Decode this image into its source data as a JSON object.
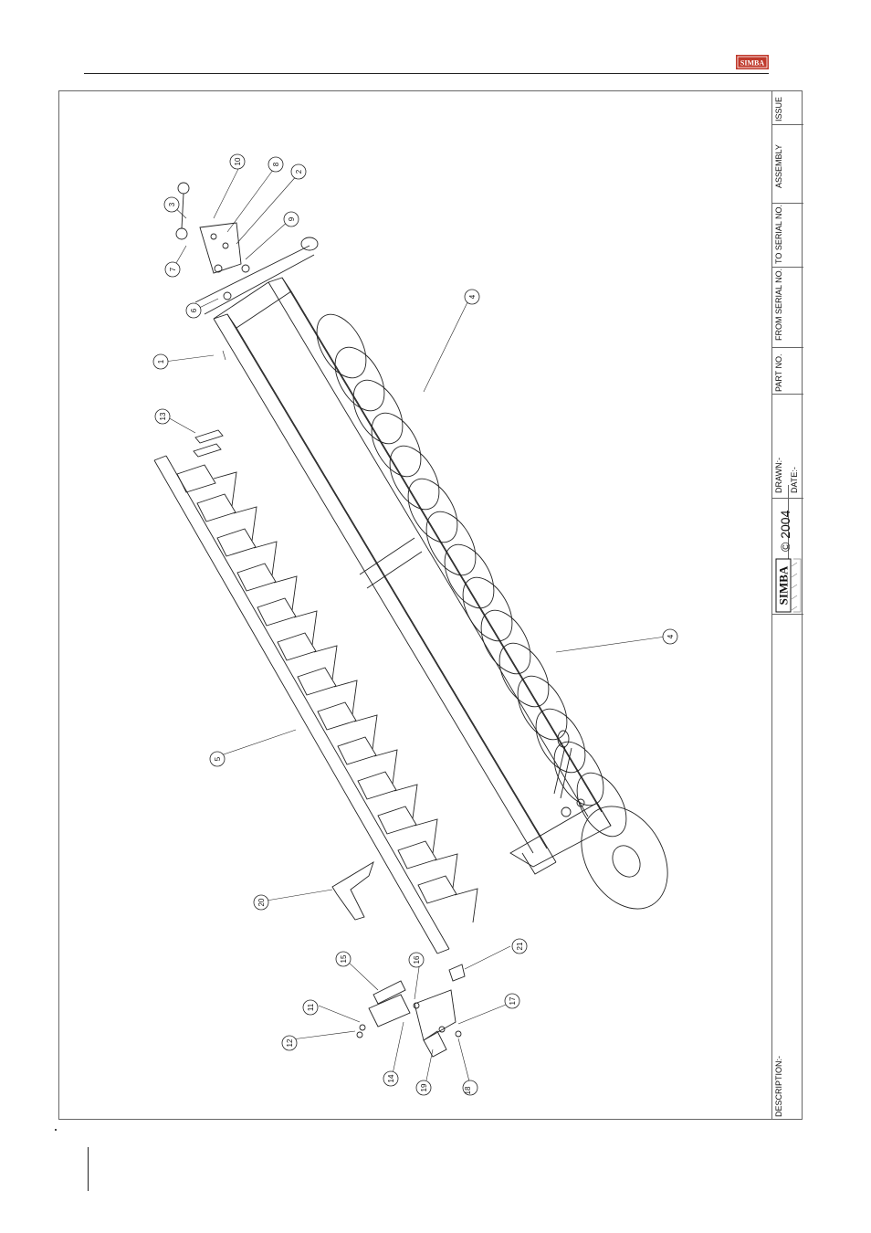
{
  "header": {
    "brand_logo_icon": "simba-logo-icon",
    "brand_text": "SIMBA"
  },
  "title_block": {
    "issue_label": "ISSUE",
    "assembly_label": "ASSEMBLY",
    "to_serial_label": "TO SERIAL NO.",
    "from_serial_label": "FROM SERIAL NO.",
    "part_no_label": "PART NO.",
    "drawn_label": "DRAWN:-",
    "date_label": "DATE:-",
    "copyright": "© 2004",
    "logo_text": "SIMBA",
    "description_label": "DESCRIPTION:-"
  },
  "callouts": [
    {
      "id": "1",
      "label": "1"
    },
    {
      "id": "2",
      "label": "2"
    },
    {
      "id": "3",
      "label": "3"
    },
    {
      "id": "4a",
      "label": "4"
    },
    {
      "id": "4b",
      "label": "4"
    },
    {
      "id": "5",
      "label": "5"
    },
    {
      "id": "6",
      "label": "6"
    },
    {
      "id": "7",
      "label": "7"
    },
    {
      "id": "8",
      "label": "8"
    },
    {
      "id": "9",
      "label": "9"
    },
    {
      "id": "10",
      "label": "10"
    },
    {
      "id": "11",
      "label": "11"
    },
    {
      "id": "12",
      "label": "12"
    },
    {
      "id": "13",
      "label": "13"
    },
    {
      "id": "14",
      "label": "14"
    },
    {
      "id": "15",
      "label": "15"
    },
    {
      "id": "16",
      "label": "16"
    },
    {
      "id": "17",
      "label": "17"
    },
    {
      "id": "18",
      "label": "18"
    },
    {
      "id": "19",
      "label": "19"
    },
    {
      "id": "20",
      "label": "20"
    },
    {
      "id": "21",
      "label": "21"
    }
  ],
  "colors": {
    "ink": "#111111",
    "frame": "#666666",
    "brand_red": "#c0392b"
  }
}
